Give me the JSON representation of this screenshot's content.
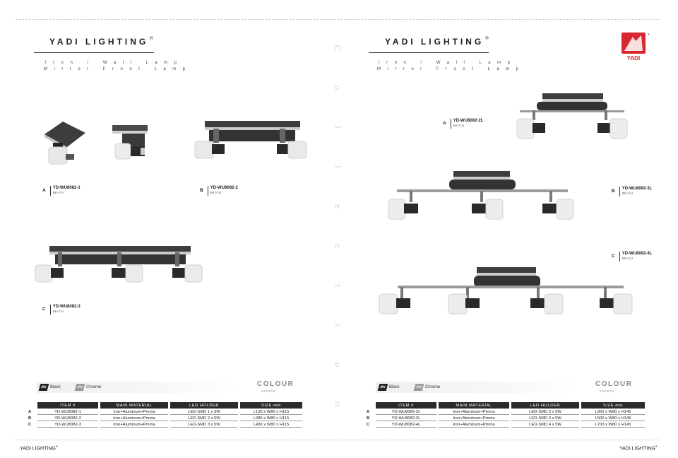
{
  "brand": "YADI LIGHTING",
  "subtitle_line1": "Iron / Wall Lamp",
  "subtitle_line2": "Mirror Front Lamp",
  "logo_text": "YADI",
  "spine_text": "Collection",
  "colour": {
    "word": "COLOUR",
    "arrows": "<<<<<<",
    "swatches": [
      {
        "code": "BK",
        "label": "Black",
        "color": "#222222"
      },
      {
        "code": "CH",
        "label": "Chrome",
        "color": "#9a9a9a"
      }
    ]
  },
  "columns": [
    "ITEM #",
    "MAIN MATERIAL",
    "LED HOLDER",
    "SIZE-mm"
  ],
  "left": {
    "products": [
      {
        "letter": "A",
        "code": "YD-WU8082-1",
        "finish": "BK+CH"
      },
      {
        "letter": "B",
        "code": "YD-WU8082-2",
        "finish": "BK+CH"
      },
      {
        "letter": "C",
        "code": "YD-WU8082-3",
        "finish": "BK+CH"
      }
    ],
    "rows": [
      {
        "letter": "A",
        "item": "YD-WU8082-1",
        "material": "Iron+Aluminum+Pmma",
        "holder": "LED-SMD 1 x 5W",
        "size": "L120 x W80 x H115"
      },
      {
        "letter": "B",
        "item": "YD-WU8082-2",
        "material": "Iron+Aluminum+Pmma",
        "holder": "LED-SMD 2 x 5W",
        "size": "L280 x W80 x H115"
      },
      {
        "letter": "C",
        "item": "YD-WU8082-3",
        "material": "Iron+Aluminum+Pmma",
        "holder": "LED-SMD 3 x 5W",
        "size": "L430 x W80 x H115"
      }
    ]
  },
  "right": {
    "products": [
      {
        "letter": "A",
        "code": "YD-WU8082-2L",
        "finish": "BK+CH"
      },
      {
        "letter": "B",
        "code": "YD-WU8082-3L",
        "finish": "BK+CH"
      },
      {
        "letter": "C",
        "code": "YD-WU8082-4L",
        "finish": "BK+CH"
      }
    ],
    "rows": [
      {
        "letter": "A",
        "item": "YD-WU8082-2L",
        "material": "Iron+Aluminum+Pmma",
        "holder": "LED-SMD 2 x 5W",
        "size": "L300 x W80 x H145"
      },
      {
        "letter": "B",
        "item": "YD-WU8082-3L",
        "material": "Iron+Aluminum+Pmma",
        "holder": "LED-SMD 3 x 5W",
        "size": "L500 x W80 x H145"
      },
      {
        "letter": "C",
        "item": "YD-WU8082-4L",
        "material": "Iron+Aluminum+Pmma",
        "holder": "LED-SMD 4 x 5W",
        "size": "L700 x W80 x H145"
      }
    ]
  },
  "footer": "YADI LIGHTING"
}
